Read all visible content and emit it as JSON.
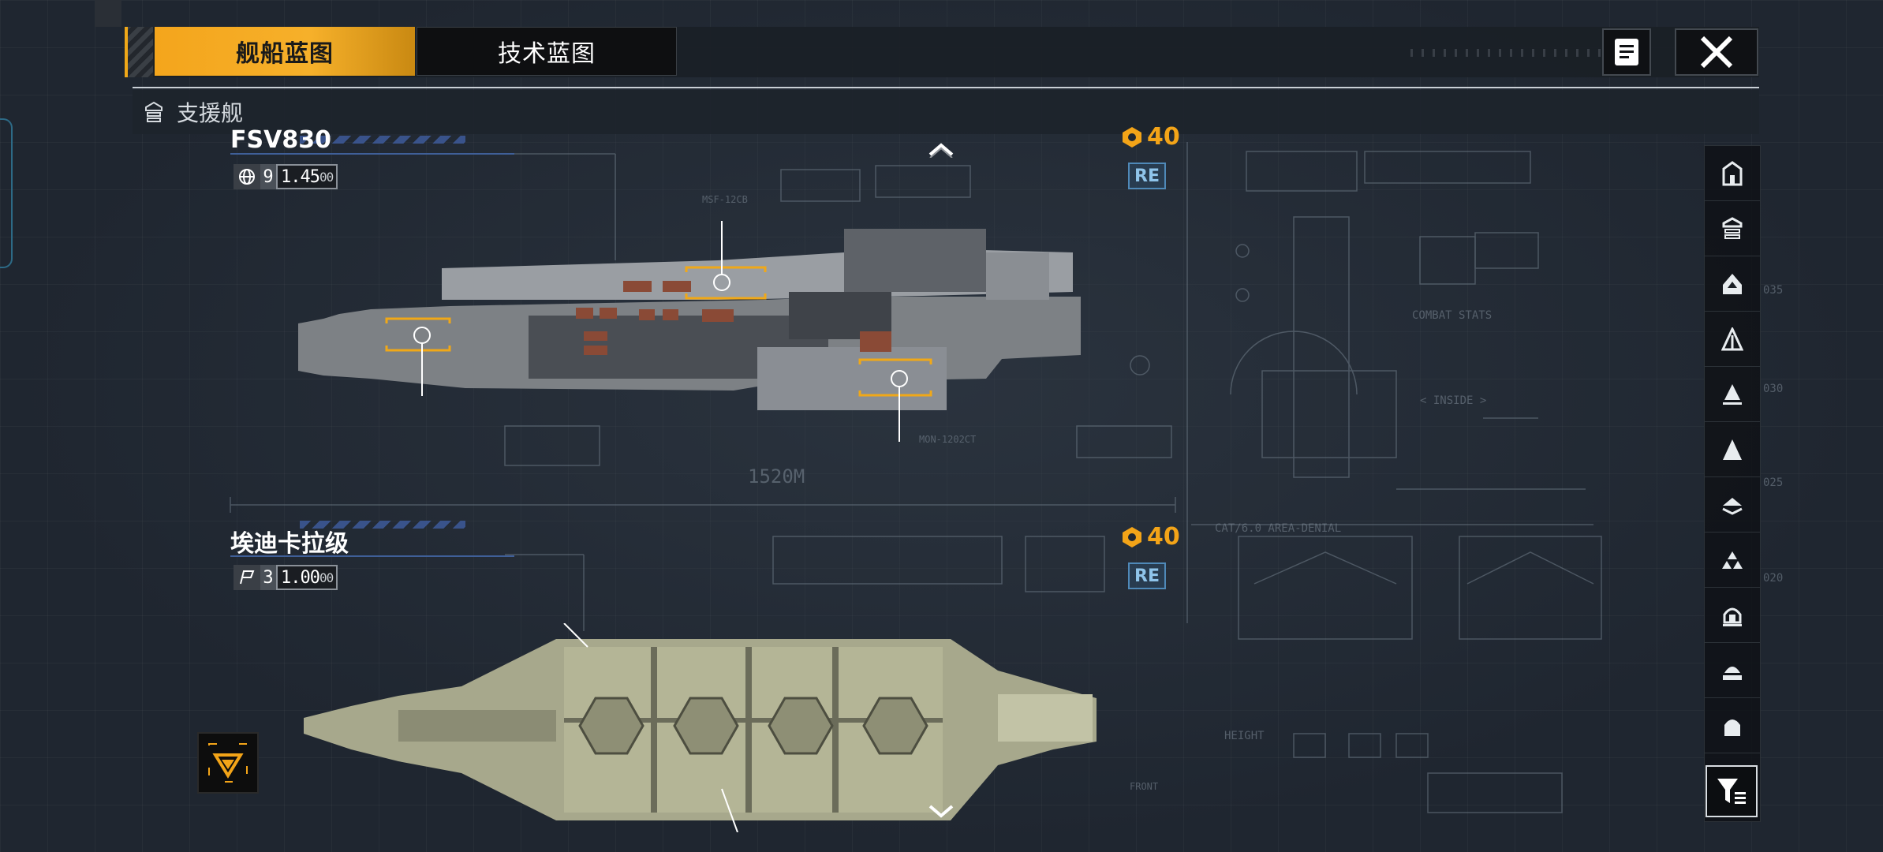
{
  "tabs": {
    "ship_blueprint": "舰船蓝图",
    "tech_blueprint": "技术蓝图"
  },
  "category": {
    "label": "支援舰",
    "icon": "support-ship-icon"
  },
  "ships": [
    {
      "name": "FSV830",
      "stat_icon": "globe-icon",
      "level": "9",
      "value": "1.45",
      "value_suffix": "00",
      "cost": "40",
      "badge": "RE"
    },
    {
      "name": "埃迪卡拉级",
      "stat_icon": "flag-icon",
      "level": "3",
      "value": "1.00",
      "value_suffix": "00",
      "cost": "40",
      "badge": "RE"
    }
  ],
  "background_labels": {
    "length": "1520M",
    "combat_stats": "COMBAT STATS",
    "inside": "< INSIDE >",
    "area_denial": "CAT/6.0 AREA-DENIAL",
    "height": "HEIGHT",
    "front": "FRONT",
    "mod_1": "MSF-12CB",
    "mod_2": "MON-1202CT",
    "scale_1": "035",
    "scale_2": "030",
    "scale_3": "025",
    "scale_4": "020"
  },
  "side_nav": [
    "ship-class-1-icon",
    "support-ship-icon",
    "ship-class-3-icon",
    "ship-class-4-icon",
    "ship-class-5-icon",
    "ship-class-6-icon",
    "ship-class-7-icon",
    "ship-class-8-icon",
    "ship-class-9-icon",
    "ship-class-10-icon",
    "ship-class-11-icon"
  ],
  "colors": {
    "accent": "#f4a51c",
    "re_badge": "#4f89b8",
    "background": "#1f2630"
  }
}
